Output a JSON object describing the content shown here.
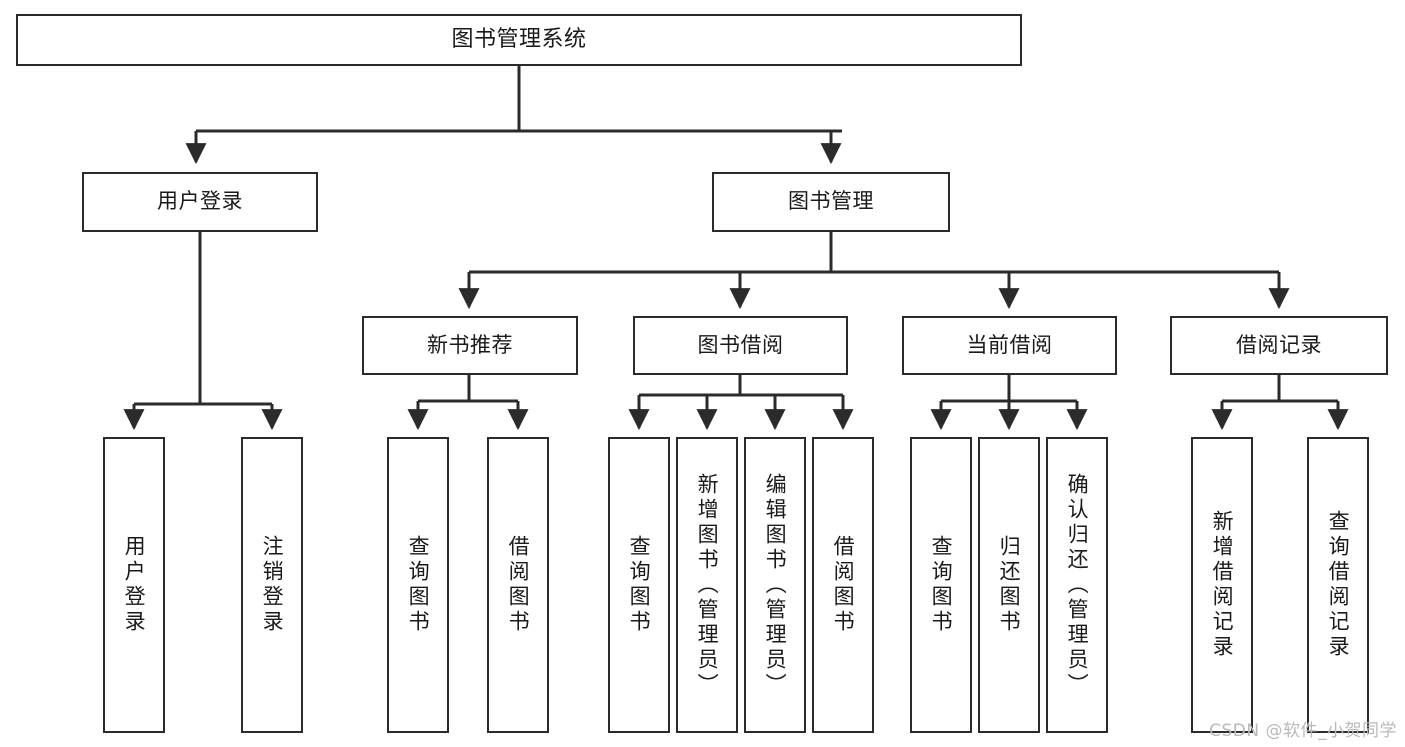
{
  "diagram": {
    "title": "图书管理系统",
    "type": "tree",
    "watermark": "CSDN @软件_小贺同学",
    "colors": {
      "stroke": "#2b2b2b",
      "fill": "#ffffff",
      "text": "#1a1a1a",
      "watermark": "#b9b9b9"
    },
    "levels": {
      "root": {
        "label": "图书管理系统"
      },
      "level2": [
        {
          "label": "用户登录"
        },
        {
          "label": "图书管理"
        }
      ],
      "level3": [
        {
          "label": "新书推荐"
        },
        {
          "label": "图书借阅"
        },
        {
          "label": "当前借阅"
        },
        {
          "label": "借阅记录"
        }
      ],
      "leaves": {
        "user_login": [
          {
            "label": "用户登录"
          },
          {
            "label": "注销登录"
          }
        ],
        "new_book_recommend": [
          {
            "label": "查询图书"
          },
          {
            "label": "借阅图书"
          }
        ],
        "book_borrow": [
          {
            "label": "查询图书"
          },
          {
            "label": "新增图书（管理员）"
          },
          {
            "label": "编辑图书（管理员）"
          },
          {
            "label": "借阅图书"
          }
        ],
        "current_borrow": [
          {
            "label": "查询图书"
          },
          {
            "label": "归还图书"
          },
          {
            "label": "确认归还（管理员）"
          }
        ],
        "borrow_record": [
          {
            "label": "新增借阅记录"
          },
          {
            "label": "查询借阅记录"
          }
        ]
      }
    }
  }
}
